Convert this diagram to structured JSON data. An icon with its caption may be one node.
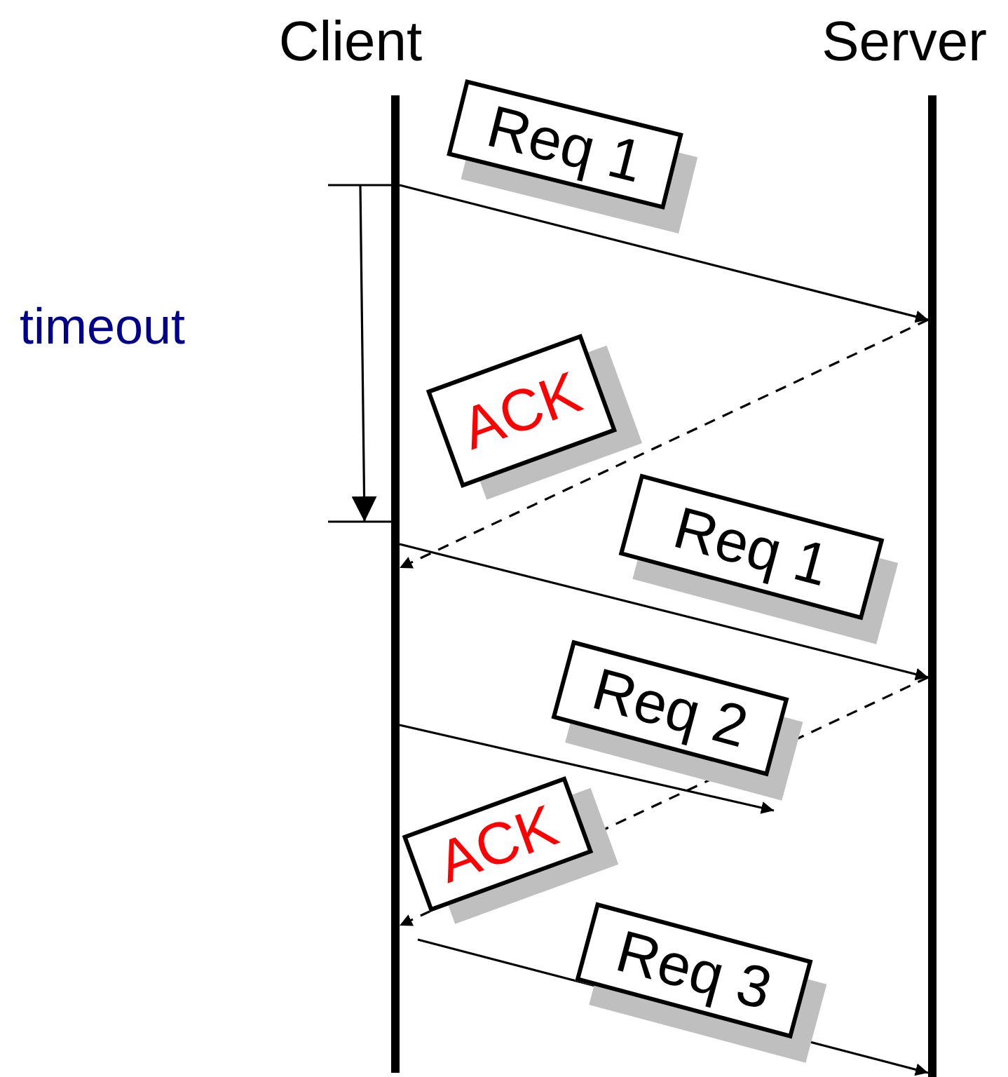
{
  "diagram": {
    "nodes": [
      {
        "text": [
          "Client"
        ]
      },
      {
        "text": [
          "Server"
        ]
      },
      {
        "text": [],
        "shape": "bar"
      },
      {
        "text": [],
        "shape": "bar"
      }
    ],
    "edges": [
      {
        "from": 2,
        "to": 3,
        "arrow": "to",
        "label": "Req 1"
      },
      {
        "from": 3,
        "to": 2,
        "arrow": "to",
        "style": "dashed",
        "label": "ACK"
      },
      {
        "from": 2,
        "to": 3,
        "arrow": "to",
        "label": "Req 1"
      },
      {
        "from": 3,
        "to": 2,
        "arrow": "to",
        "style": "dashed",
        "label": "ACK"
      },
      {
        "from": 2,
        "to": null,
        "arrow": "to",
        "label": "Req 2"
      },
      {
        "from": 2,
        "to": 3,
        "arrow": "to",
        "label": "Req 3"
      }
    ],
    "labels": [
      "timeout"
    ]
  }
}
